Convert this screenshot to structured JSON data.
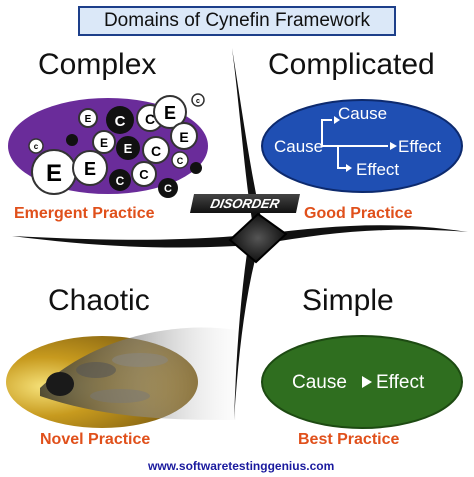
{
  "title": "Domains of Cynefin Framework",
  "disorder": "DISORDER",
  "domains": {
    "complex": {
      "name": "Complex",
      "practice": "Emergent Practice"
    },
    "complicated": {
      "name": "Complicated",
      "practice": "Good Practice",
      "cause_top": "Cause",
      "cause_left": "Cause",
      "effect_right": "Effect",
      "effect_bottom": "Effect"
    },
    "chaotic": {
      "name": "Chaotic",
      "practice": "Novel Practice"
    },
    "simple": {
      "name": "Simple",
      "practice": "Best Practice",
      "cause": "Cause",
      "effect": "Effect"
    }
  },
  "footer_url": "www.softwaretestinggenius.com",
  "colors": {
    "complex_ellipse": "#6a2c9a",
    "complicated_ellipse": "#1f4fb3",
    "simple_ellipse": "#2f6e1f",
    "chaotic_ellipse": "#b8860b",
    "practice_text": "#e0501b",
    "url_text": "#1a1a9e"
  }
}
